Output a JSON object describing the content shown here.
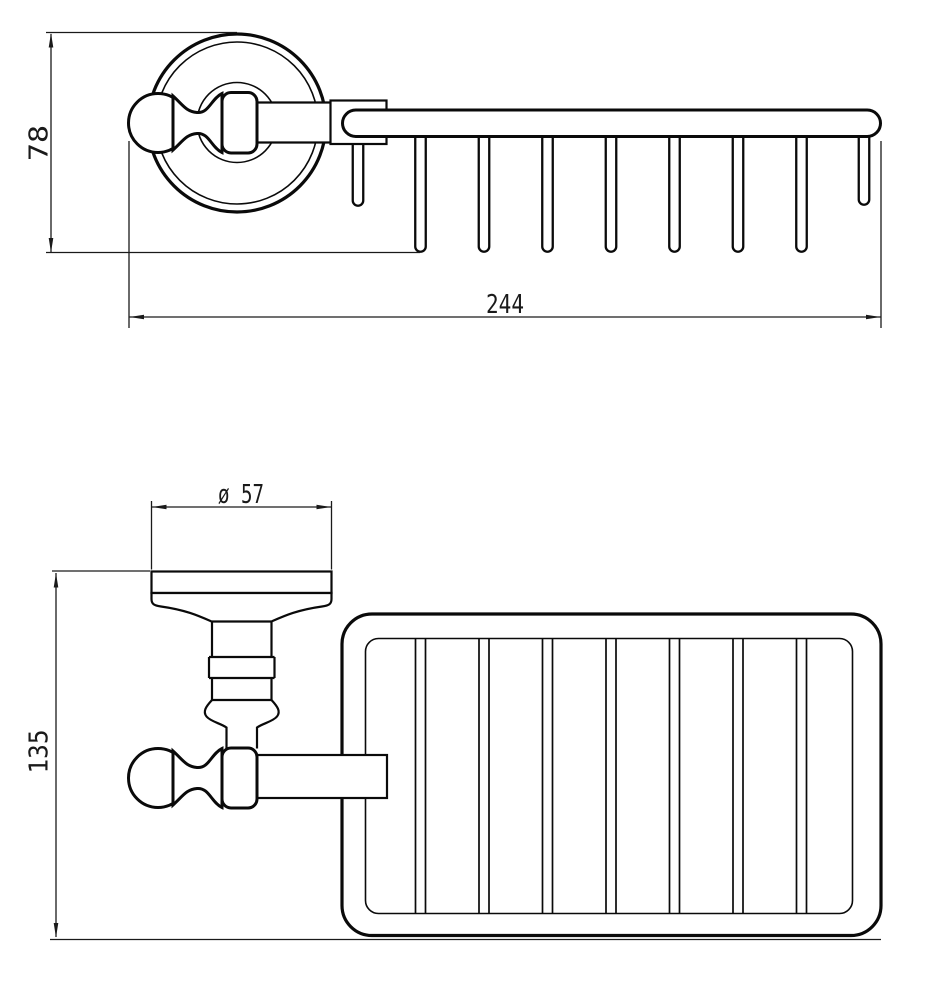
{
  "page": {
    "background": "#ffffff"
  },
  "drawing": {
    "type": "technical-dimension-drawing",
    "line_color": "#0a0a0a",
    "dimension_color": "#1a1a1a",
    "top_view": {
      "label": "top view - wall rosette with pronged rail",
      "prongs": {
        "long_count": 7,
        "short_count": 2,
        "total": 9
      },
      "dimensions": {
        "depth": {
          "label": "78"
        },
        "width": {
          "label": "244"
        }
      }
    },
    "front_view": {
      "label": "front view - wall flange with wire soap basket",
      "basket_wires": {
        "count": 7
      },
      "dimensions": {
        "flange_diameter": {
          "label": "ø 57"
        },
        "height": {
          "label": "135"
        }
      }
    }
  }
}
